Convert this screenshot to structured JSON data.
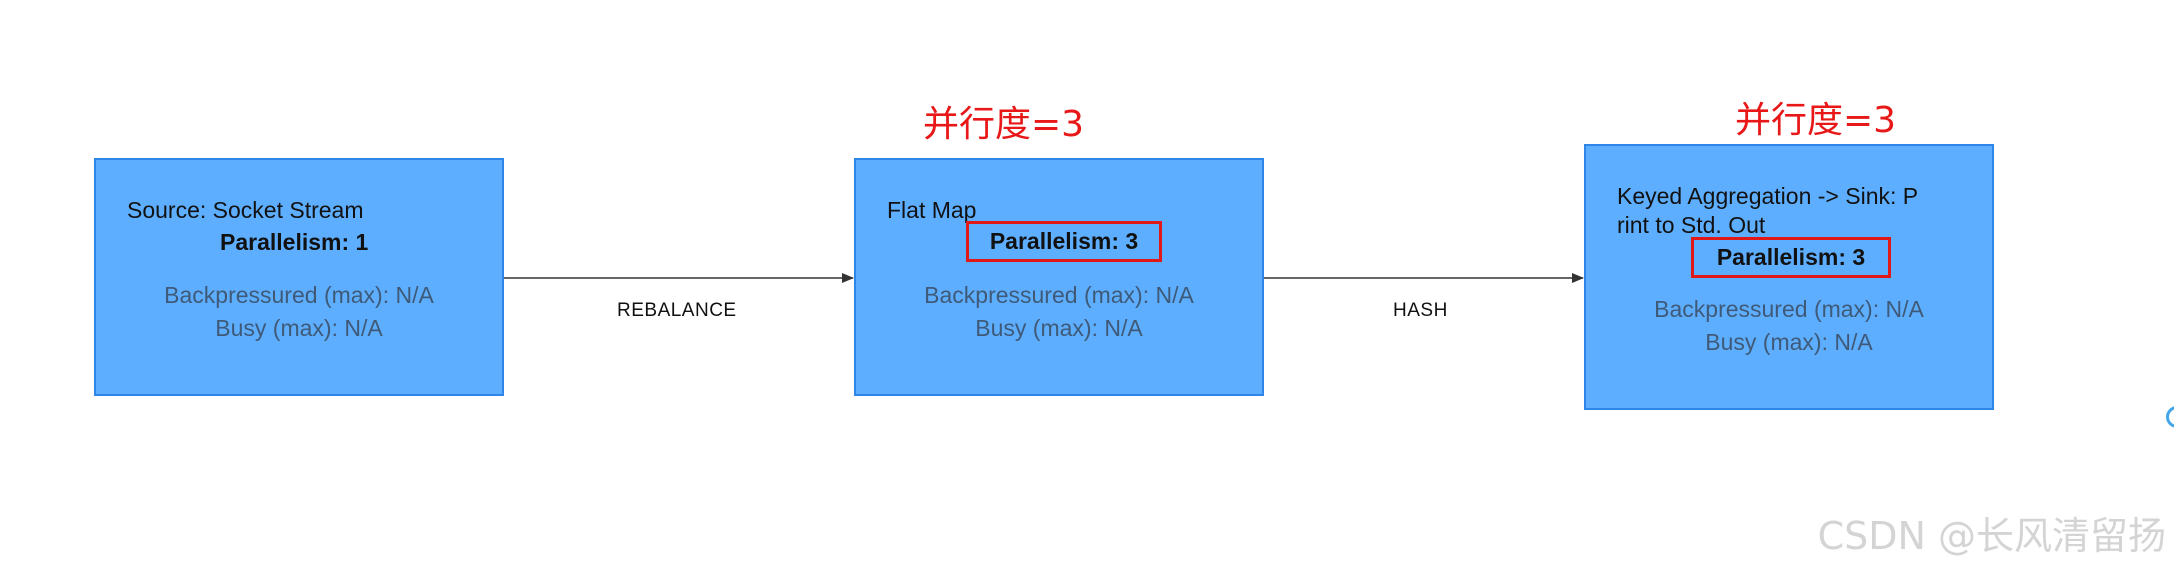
{
  "nodes": [
    {
      "title": "Source: Socket Stream",
      "parallelism": "Parallelism: 1",
      "backpressured": "Backpressured (max): N/A",
      "busy": "Busy (max): N/A"
    },
    {
      "title": "Flat Map",
      "parallelism": "Parallelism: 3",
      "backpressured": "Backpressured (max): N/A",
      "busy": "Busy (max): N/A"
    },
    {
      "title_line1": "Keyed Aggregation -> Sink: P",
      "title_line2": "rint to Std. Out",
      "parallelism": "Parallelism: 3",
      "backpressured": "Backpressured (max): N/A",
      "busy": "Busy (max): N/A"
    }
  ],
  "edges": [
    {
      "label": "REBALANCE"
    },
    {
      "label": "HASH"
    }
  ],
  "annotations": [
    "并行度=3",
    "并行度=3"
  ],
  "watermark": "CSDN @长风清留扬",
  "colors": {
    "node_fill": "#5eaeff",
    "node_border": "#2f86e8",
    "highlight": "#e01818",
    "edge": "#333333"
  }
}
